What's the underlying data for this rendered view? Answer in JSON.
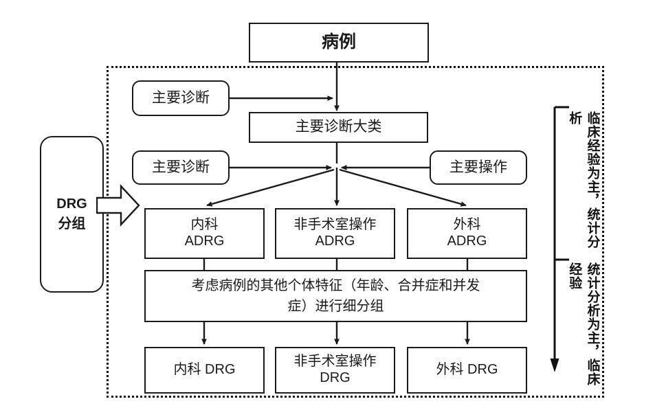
{
  "diagram": {
    "title_box": {
      "label": "病例"
    },
    "left_capsule": {
      "line1": "DRG",
      "line2": "分组"
    },
    "nodes": {
      "principal_diagnosis_1": {
        "label": "主要诊断"
      },
      "major_diagnostic_category": {
        "label": "主要诊断大类"
      },
      "principal_diagnosis_2": {
        "label": "主要诊断"
      },
      "principal_procedure": {
        "label": "主要操作"
      },
      "adrg_medical": {
        "line1": "内科",
        "line2": "ADRG"
      },
      "adrg_non_or": {
        "line1": "非手术室操作",
        "line2": "ADRG"
      },
      "adrg_surgical": {
        "line1": "外科",
        "line2": "ADRG"
      },
      "subgrouping": {
        "line1": "考虑病例的其他个体特征（年龄、合并症和并发",
        "line2": "症）进行细分组"
      },
      "drg_medical": {
        "line1": "内科 DRG",
        "line2": ""
      },
      "drg_non_or": {
        "line1": "非手术室操作",
        "line2": "DRG"
      },
      "drg_surgical": {
        "line1": "外科 DRG",
        "line2": ""
      }
    },
    "right_annotation": {
      "upper": "临床经验为主，统计分析",
      "lower": "统计分析为主，临床经验"
    },
    "colors": {
      "stroke": "#1a1a1a",
      "background": "#ffffff",
      "dotted_border": "#111111"
    }
  }
}
